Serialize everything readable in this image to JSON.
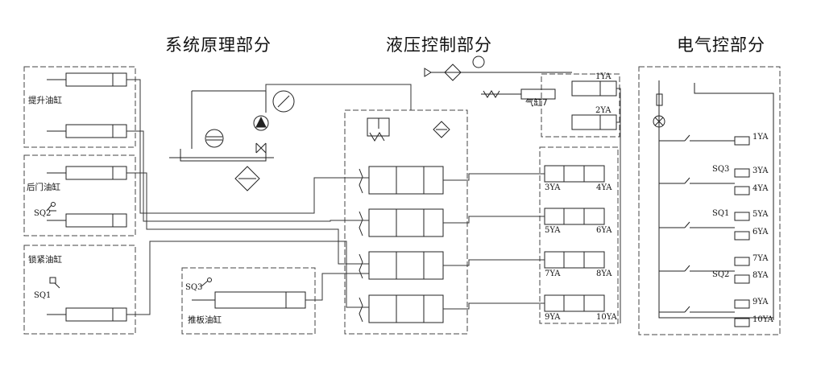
{
  "sections": {
    "system": "系统原理部分",
    "hydraulic": "液压控制部分",
    "electrical": "电气控部分"
  },
  "cylinders": {
    "lift": "提升油缸",
    "rear_door": "后门油缸",
    "lock": "锁紧油缸",
    "push_plate": "推板油缸",
    "gas": "气缸7"
  },
  "sensors": [
    "SQ1",
    "SQ2",
    "SQ3"
  ],
  "solenoids": [
    "1YA",
    "2YA",
    "3YA",
    "4YA",
    "5YA",
    "6YA",
    "7YA",
    "8YA",
    "9YA",
    "10YA"
  ]
}
